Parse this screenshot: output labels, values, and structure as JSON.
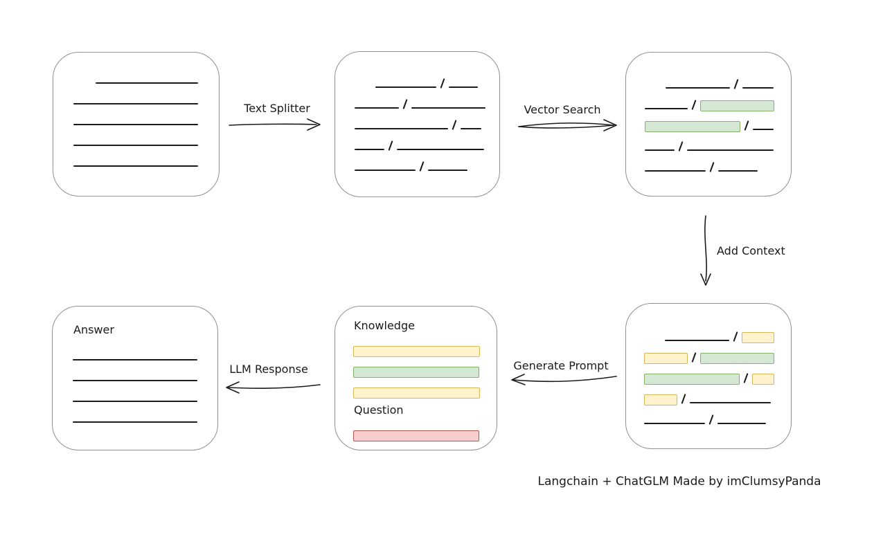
{
  "caption": "Langchain + ChatGLM Made by imClumsyPanda",
  "colors": {
    "ink": "#1a1a1a",
    "box_border": "#8f8f8f",
    "green_fill": "#d5e8d4",
    "green_border": "#82b366",
    "yellow_fill": "#fff2cc",
    "yellow_border": "#d6b656",
    "red_fill": "#f8cecc",
    "red_border": "#b85450"
  },
  "arrows": [
    {
      "id": "text-splitter",
      "label": "Text Splitter",
      "direction": "right"
    },
    {
      "id": "vector-search",
      "label": "Vector Search",
      "direction": "right"
    },
    {
      "id": "add-context",
      "label": "Add Context",
      "direction": "down"
    },
    {
      "id": "generate-prompt",
      "label": "Generate Prompt",
      "direction": "left"
    },
    {
      "id": "llm-response",
      "label": "LLM Response",
      "direction": "left"
    }
  ],
  "boxes": {
    "document": {
      "rows": [
        [
          {
            "t": "gap",
            "w": 32
          },
          {
            "t": "line",
            "w": 148
          }
        ],
        [
          {
            "t": "line",
            "w": 180
          }
        ],
        [
          {
            "t": "line",
            "w": 180
          }
        ],
        [
          {
            "t": "line",
            "w": 180
          }
        ],
        [
          {
            "t": "line",
            "w": 180
          }
        ]
      ]
    },
    "chunks": {
      "rows": [
        [
          {
            "t": "gap",
            "w": 30
          },
          {
            "t": "line",
            "w": 88
          },
          {
            "t": "slash"
          },
          {
            "t": "line",
            "w": 42
          }
        ],
        [
          {
            "t": "line",
            "w": 64
          },
          {
            "t": "slash"
          },
          {
            "t": "line",
            "w": 107
          }
        ],
        [
          {
            "t": "line",
            "w": 135
          },
          {
            "t": "slash"
          },
          {
            "t": "line",
            "w": 30
          }
        ],
        [
          {
            "t": "line",
            "w": 43
          },
          {
            "t": "slash"
          },
          {
            "t": "line",
            "w": 126
          }
        ],
        [
          {
            "t": "line",
            "w": 88
          },
          {
            "t": "slash"
          },
          {
            "t": "line",
            "w": 57
          }
        ]
      ]
    },
    "matched_chunks": {
      "rows": [
        [
          {
            "t": "gap",
            "w": 30
          },
          {
            "t": "line",
            "w": 93
          },
          {
            "t": "slash"
          },
          {
            "t": "line",
            "w": 45
          }
        ],
        [
          {
            "t": "line",
            "w": 62
          },
          {
            "t": "slash"
          },
          {
            "t": "green",
            "w": 107
          }
        ],
        [
          {
            "t": "green",
            "w": 138
          },
          {
            "t": "slash"
          },
          {
            "t": "line",
            "w": 30
          }
        ],
        [
          {
            "t": "line",
            "w": 43
          },
          {
            "t": "slash"
          },
          {
            "t": "line",
            "w": 125
          }
        ],
        [
          {
            "t": "line",
            "w": 88
          },
          {
            "t": "slash"
          },
          {
            "t": "line",
            "w": 57
          }
        ]
      ]
    },
    "context": {
      "rows": [
        [
          {
            "t": "gap",
            "w": 30
          },
          {
            "t": "line",
            "w": 93
          },
          {
            "t": "slash"
          },
          {
            "t": "yellow",
            "w": 47
          }
        ],
        [
          {
            "t": "yellow",
            "w": 63
          },
          {
            "t": "slash"
          },
          {
            "t": "green",
            "w": 107
          }
        ],
        [
          {
            "t": "green",
            "w": 138
          },
          {
            "t": "slash"
          },
          {
            "t": "yellow",
            "w": 32
          }
        ],
        [
          {
            "t": "yellow",
            "w": 48
          },
          {
            "t": "slash"
          },
          {
            "t": "line",
            "w": 117
          }
        ],
        [
          {
            "t": "line",
            "w": 88
          },
          {
            "t": "slash"
          },
          {
            "t": "line",
            "w": 70
          }
        ]
      ]
    },
    "prompt": {
      "knowledge_label": "Knowledge",
      "knowledge_rows": [
        [
          {
            "t": "yellow",
            "w": 183
          }
        ],
        [
          {
            "t": "green",
            "w": 182
          }
        ],
        [
          {
            "t": "yellow",
            "w": 183
          }
        ]
      ],
      "question_label": "Question",
      "question_rows": [
        [
          {
            "t": "red",
            "w": 182
          }
        ]
      ]
    },
    "answer": {
      "title": "Answer",
      "rows": [
        [
          {
            "t": "line",
            "w": 180
          }
        ],
        [
          {
            "t": "line",
            "w": 180
          }
        ],
        [
          {
            "t": "line",
            "w": 180
          }
        ],
        [
          {
            "t": "line",
            "w": 180
          }
        ]
      ]
    }
  }
}
